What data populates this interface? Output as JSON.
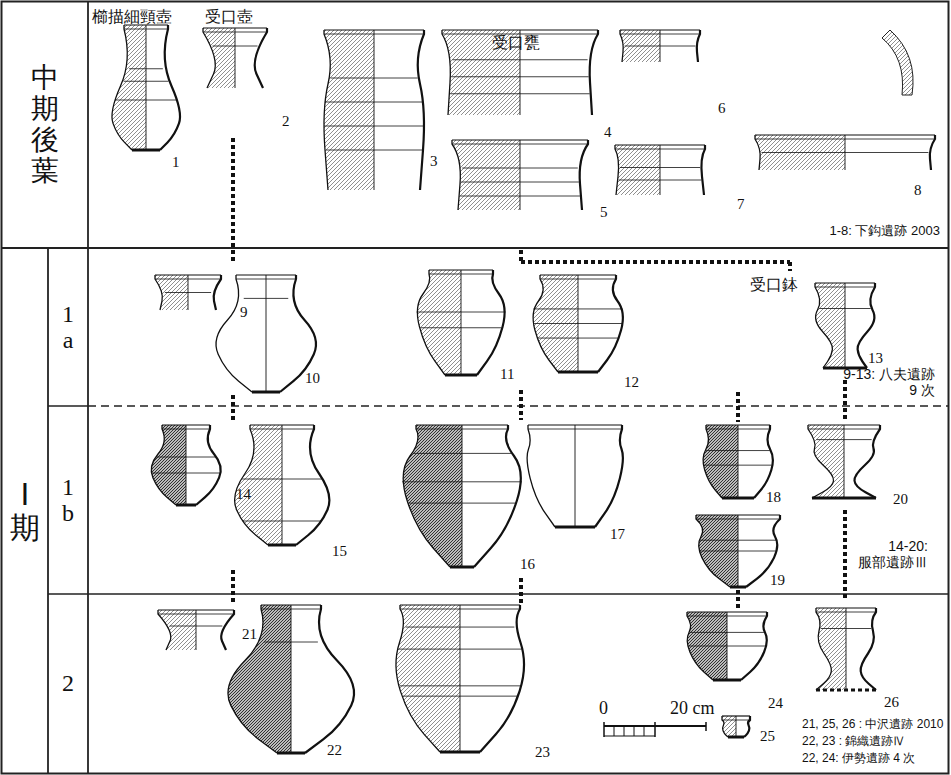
{
  "diagram": {
    "nodes": [
      {
        "text": [
          "中期後葉"
        ]
      },
      {
        "text": [
          "Ⅰ期"
        ]
      },
      {
        "text": [
          "1a"
        ]
      },
      {
        "text": [
          "1b"
        ]
      },
      {
        "text": [
          "2"
        ]
      }
    ],
    "labels": [
      "櫛描細頸壺",
      "受口壺",
      "受口甕",
      "受口鉢",
      "1",
      "2",
      "3",
      "4",
      "5",
      "6",
      "7",
      "8",
      "9",
      "10",
      "11",
      "12",
      "13",
      "14",
      "15",
      "16",
      "17",
      "18",
      "19",
      "20",
      "21",
      "22",
      "23",
      "24",
      "25",
      "26",
      "1-8: 下鈎遺跡 2003",
      "9-13: 八夫遺跡 9 次",
      "14-20: 服部遺跡Ⅲ",
      "21, 25, 26 : 中沢遺跡 2010",
      "22, 23 : 錦織遺跡Ⅳ",
      "22, 24: 伊勢遺跡 4 次",
      "0",
      "20 cm"
    ]
  }
}
